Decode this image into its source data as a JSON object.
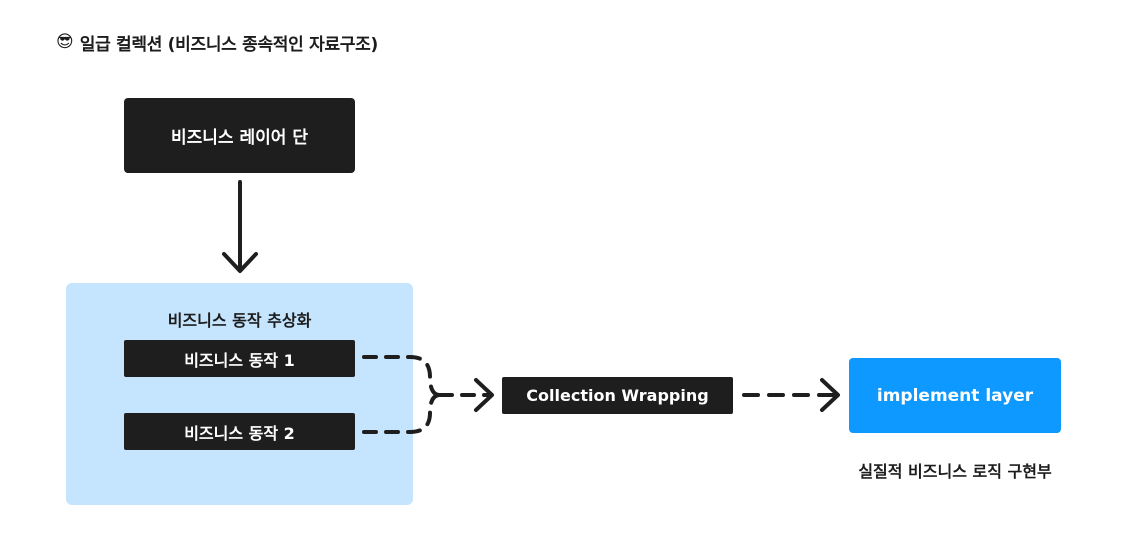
{
  "title": {
    "emoji": "😎",
    "icon": "sunglasses-face-icon",
    "text": "일급 컬렉션 (비즈니스 종속적인 자료구조)"
  },
  "nodes": {
    "business_layer": "비즈니스 레이어 단",
    "abstraction_label": "비즈니스 동작 추상화",
    "action_1": "비즈니스 동작 1",
    "action_2": "비즈니스 동작 2",
    "wrapping": "Collection Wrapping",
    "implement": "implement layer",
    "implement_caption": "실질적 비즈니스 로직 구현부"
  },
  "colors": {
    "dark_box": "#1e1e1e",
    "panel": "#c5e4fd",
    "implement": "#0d99ff",
    "text": "#1c1c1c"
  }
}
